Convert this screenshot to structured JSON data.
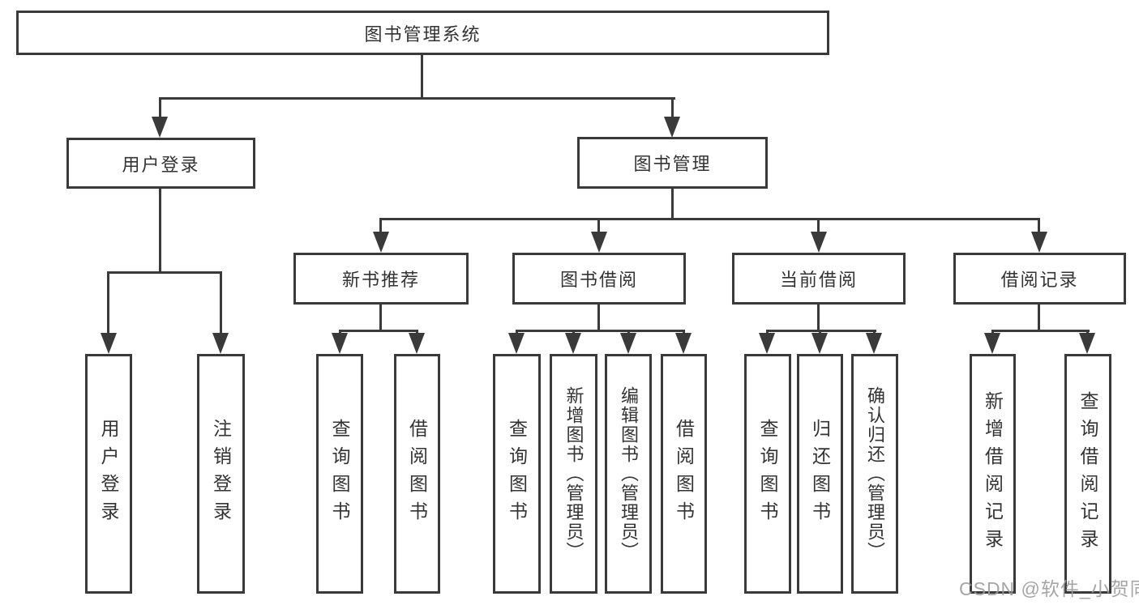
{
  "diagram": {
    "root": "图书管理系统",
    "level2": [
      "用户登录",
      "图书管理"
    ],
    "level3": [
      "新书推荐",
      "图书借阅",
      "当前借阅",
      "借阅记录"
    ],
    "leaves": [
      "用户登录",
      "注销登录",
      "查询图书",
      "借阅图书",
      "查询图书",
      "新增图书（管理员）",
      "编辑图书（管理员）",
      "借阅图书",
      "查询图书",
      "归还图书",
      "确认归还（管理员）",
      "新增借阅记录",
      "查询借阅记录"
    ]
  },
  "colors": {
    "line": "#3a3a3a",
    "text": "#333333",
    "background": "#ffffff",
    "watermark": "#9b9b9b"
  },
  "watermark": "CSDN @软件_小贺同学"
}
